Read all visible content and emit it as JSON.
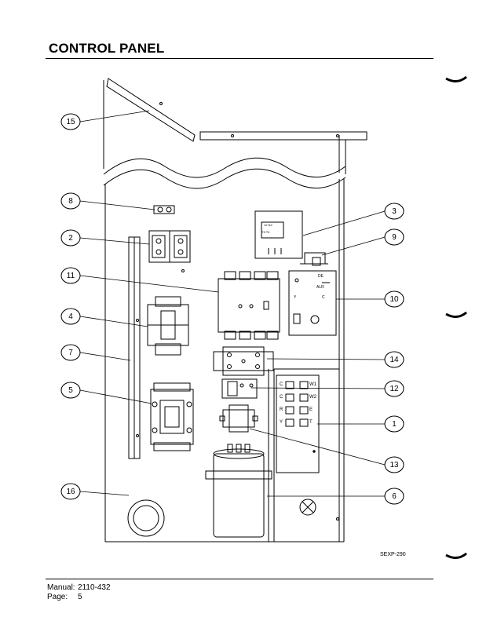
{
  "page": {
    "title": "CONTROL PANEL",
    "figure_ref": "SEXP-290",
    "footer": {
      "manual_label": "Manual:",
      "manual_value": "2110-432",
      "page_label": "Page:",
      "page_value": "5"
    }
  },
  "callouts": [
    "15",
    "8",
    "2",
    "11",
    "4",
    "7",
    "5",
    "16",
    "3",
    "9",
    "10",
    "14",
    "12",
    "1",
    "13",
    "6"
  ],
  "board_labels": {
    "relay_3_top": "12 N2",
    "relay_3_bot": "T3  T4",
    "board_10_a": "DE",
    "board_10_b": "ALR",
    "board_10_c": "Y",
    "board_10_d": "C",
    "terms_left": [
      "C",
      "C",
      "R",
      "Y"
    ],
    "terms_right": [
      "W1",
      "W2",
      "E",
      "T"
    ]
  }
}
